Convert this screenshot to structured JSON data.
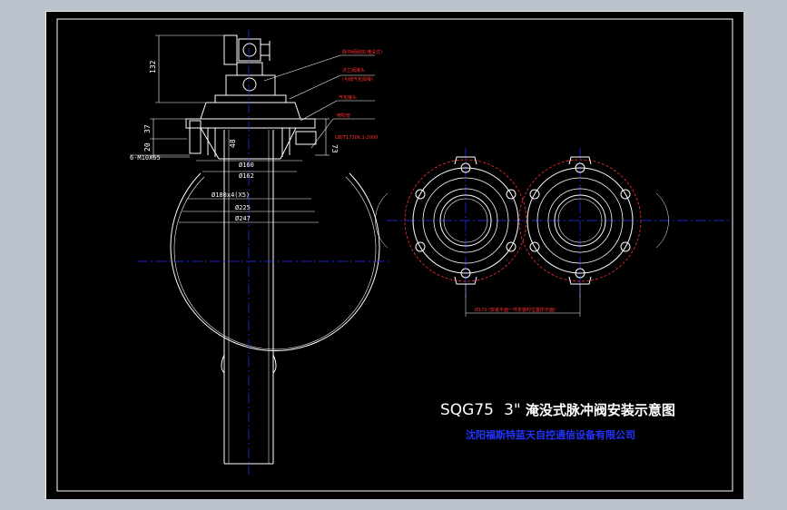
{
  "drawing": {
    "title_model": "SQG75",
    "title_size": "3\"",
    "title_text": "淹没式脉冲阀安装示意图",
    "company": "沈阳福斯特蓝天自控通信设备有限公司"
  },
  "dimensions": {
    "height_132": "132",
    "height_20": "20",
    "height_37": "37",
    "height_48": "48",
    "height_73": "73",
    "bolts": "6-M10X65",
    "d160": "Ø160",
    "d162": "Ø162",
    "d180": "Ø180x4(X5)",
    "d225": "Ø225",
    "d247": "Ø247",
    "d170_label": "Ø170 (安装平面一件安装时位置所示面)"
  },
  "notes": {
    "valve_body": "脉冲阀阀体(淹没式)",
    "flange": "法兰阀接头",
    "flange_sub": "(与储气包焊接)",
    "gasket": "气包接头",
    "pipe": "喷吹管",
    "standard": "GB/T17306.1-2000"
  },
  "colors": {
    "line": "#ffffff",
    "center": "#2233ff",
    "accent": "#ff3030",
    "drawing_bg": "#000000",
    "window_bg": "#bcc3cc"
  }
}
